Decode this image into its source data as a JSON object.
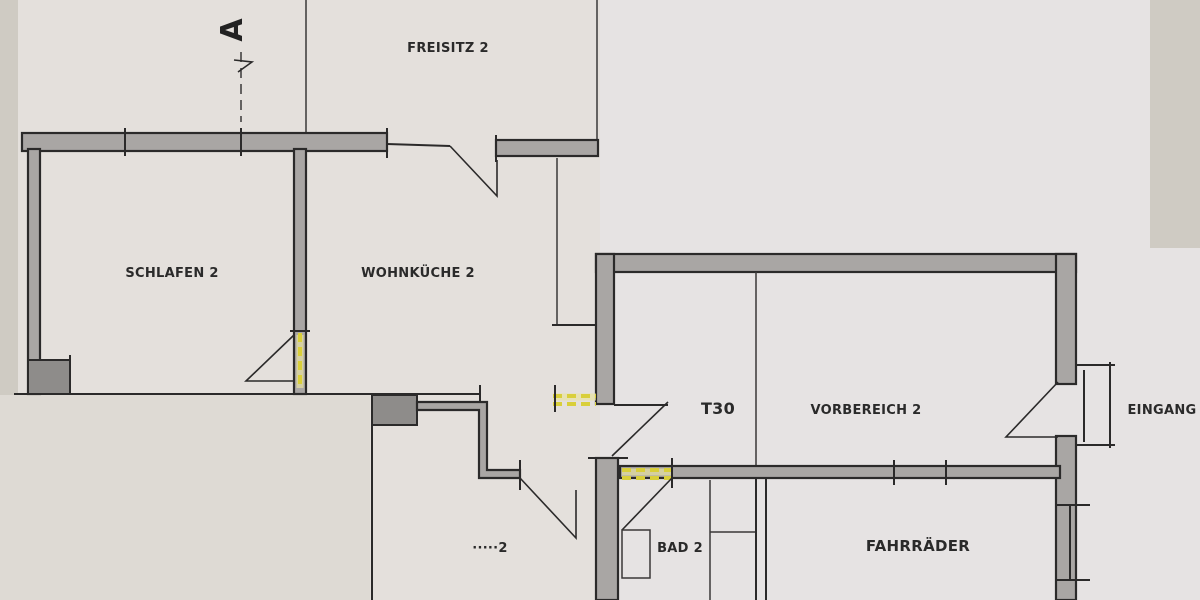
{
  "plan": {
    "type": "floor-plan-scan",
    "section_marker": "A",
    "rooms": [
      {
        "id": "freisitz",
        "label": "FREISITZ 2"
      },
      {
        "id": "schlafen",
        "label": "SCHLAFEN 2"
      },
      {
        "id": "wohnkueche",
        "label": "WOHNKÜCHE 2"
      },
      {
        "id": "flur",
        "label": "·····2"
      },
      {
        "id": "t30",
        "label": "T30"
      },
      {
        "id": "vorbereich",
        "label": "VORBEREICH 2"
      },
      {
        "id": "bad",
        "label": "BAD 2"
      },
      {
        "id": "fahrraeder",
        "label": "FAHRRÄDER"
      },
      {
        "id": "eingang",
        "label": "EINGANG"
      }
    ],
    "colors": {
      "paper": "#e4e0dc",
      "wall_fill": "#a9a6a4",
      "line": "#2b2a2a",
      "fire_door_marking": "#d9cf3a"
    }
  }
}
